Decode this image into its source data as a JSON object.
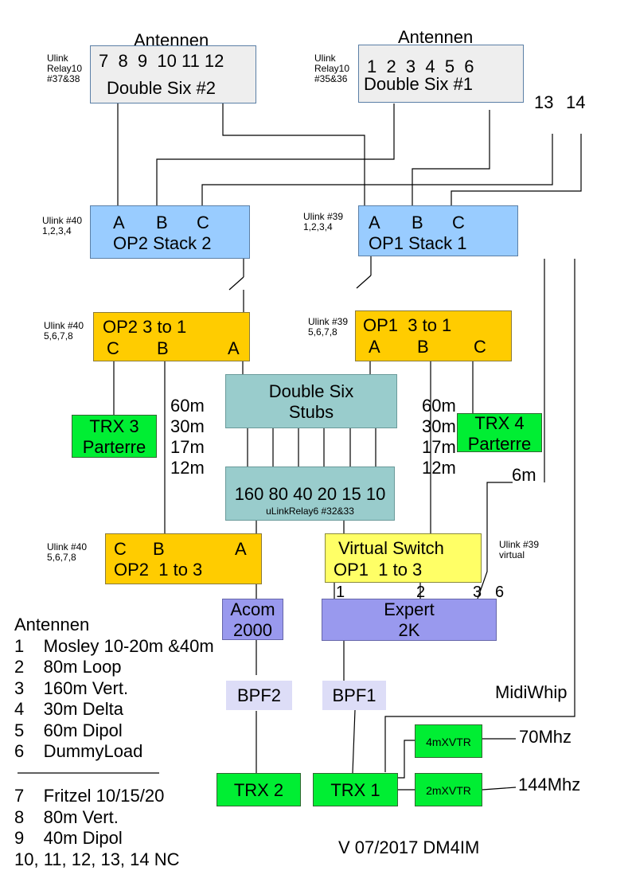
{
  "antennen_heading_left": "Antennen",
  "antennen_heading_right": "Antennen",
  "double_six_2": {
    "ports": "7  8  9  10 11 12",
    "title": "Double Six #2",
    "note": [
      "Ulink",
      "Relay10",
      "#37&38"
    ]
  },
  "double_six_1": {
    "ports": "1  2  3  4  5  6",
    "title": "Double Six #1",
    "note": [
      "Ulink",
      "Relay10",
      "#35&36"
    ]
  },
  "extra_ports": [
    "13",
    "14"
  ],
  "op2_stack": {
    "letters": [
      "A",
      "B",
      "C"
    ],
    "title": "OP2 Stack 2",
    "note": [
      "Ulink  #40",
      "1,2,3,4"
    ]
  },
  "op1_stack": {
    "letters": [
      "A",
      "B",
      "C"
    ],
    "title": "OP1 Stack 1",
    "note": [
      "Ulink #39",
      "1,2,3,4"
    ]
  },
  "op2_3to1": {
    "title": "OP2 3 to 1",
    "letters": [
      "C",
      "B",
      "A"
    ],
    "note": [
      "Ulink #40",
      "5,6,7,8"
    ]
  },
  "op1_3to1": {
    "title": "OP1  3 to 1",
    "letters": [
      "A",
      "B",
      "C"
    ],
    "note": [
      "Ulink #39",
      "5,6,7,8"
    ]
  },
  "stubs": {
    "line1": "Double Six",
    "line2": "Stubs"
  },
  "trx3": {
    "line1": "TRX 3",
    "line2": "Parterre"
  },
  "trx4": {
    "line1": "TRX 4",
    "line2": "Parterre"
  },
  "bands_left": [
    "60m",
    "30m",
    "17m",
    "12m"
  ],
  "bands_right": [
    "60m",
    "30m",
    "17m",
    "12m"
  ],
  "ulink_relay6": {
    "bands": "160 80 40 20 15 10",
    "label": "uLinkRelay6 #32&33"
  },
  "label_6m": "6m",
  "op2_1to3": {
    "letters": [
      "C",
      "B",
      "A"
    ],
    "title": "OP2  1 to 3",
    "note": [
      "Ulink #40",
      "5,6,7,8"
    ]
  },
  "virtual_switch": {
    "line1": "Virtual Switch",
    "line2": "OP1  1 to 3",
    "note": [
      "Ulink #39",
      "virtual"
    ],
    "outputs": [
      "1",
      "2",
      "3",
      "6"
    ]
  },
  "acom": {
    "line1": "Acom",
    "line2": "2000"
  },
  "expert": {
    "line1": "Expert",
    "line2": "2K"
  },
  "bpf2": "BPF2",
  "bpf1": "BPF1",
  "midiwhip": "MidiWhip",
  "trx2": "TRX 2",
  "trx1": "TRX 1",
  "xvtr4m": "4mXVTR",
  "xvtr2m": "2mXVTR",
  "freq_70": "70Mhz",
  "freq_144": "144Mhz",
  "legend": {
    "title": "Antennen",
    "group1": [
      "1    Mosley 10-20m &40m",
      "2    80m Loop",
      "3    160m Vert.",
      "4    30m Delta",
      "5    60m Dipol",
      "6    DummyLoad"
    ],
    "group2": [
      "7    Fritzel 10/15/20",
      "8    80m Vert.",
      "9    40m Dipol",
      "10, 11, 12, 13, 14 NC"
    ]
  },
  "version": "V 07/2017 DM4IM"
}
